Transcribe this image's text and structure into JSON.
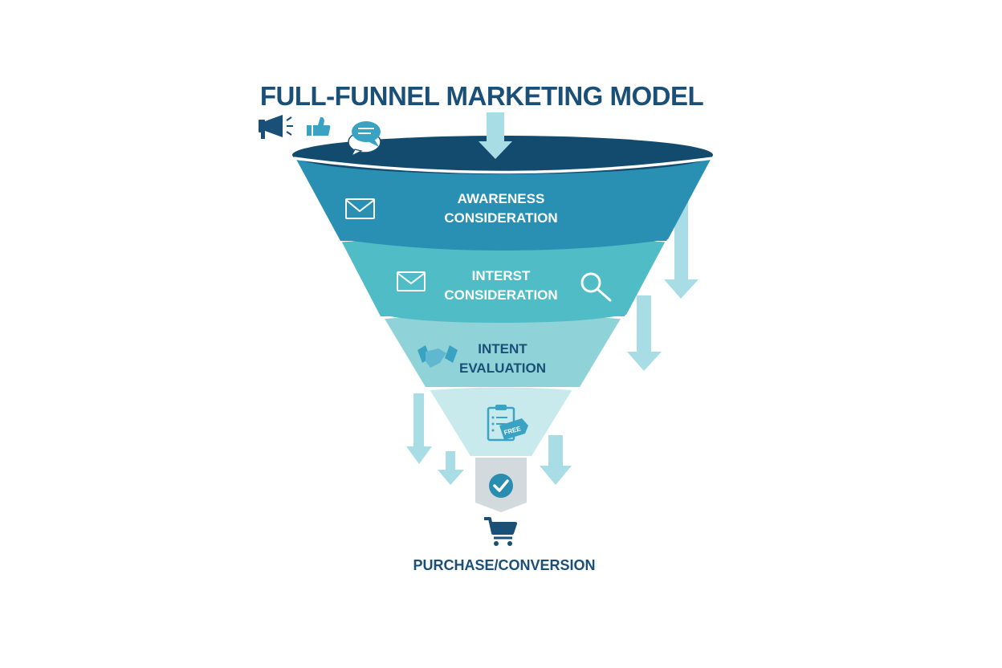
{
  "title": "FULL-FUNNEL MARKETING MODEL",
  "colors": {
    "title": "#1a4f78",
    "rim": "#134b6e",
    "stage1": "#2a90b3",
    "stage2": "#4fbcc6",
    "stage3": "#8fd3d8",
    "stage4": "#c8eaec",
    "spout": "#d3dadd",
    "arrow": "#a9dde6",
    "check": "#2a8db0"
  },
  "top_icons": [
    "megaphone-icon",
    "thumbs-up-icon",
    "chat-bubbles-icon"
  ],
  "stages": [
    {
      "line1": "AWARENESS",
      "line2": "CONSIDERATION",
      "icons": [
        "envelope-icon"
      ]
    },
    {
      "line1": "INTERST",
      "line2": "CONSIDERATION",
      "icons": [
        "envelope-icon",
        "magnifier-icon"
      ]
    },
    {
      "line1": "INTENT",
      "line2": "EVALUATION",
      "icons": [
        "handshake-icon"
      ]
    },
    {
      "line1": "",
      "line2": "",
      "icons": [
        "clipboard-tag-icon"
      ],
      "tag_text": "FREE"
    }
  ],
  "spout": {
    "icon": "checkmark-icon"
  },
  "outcome": {
    "icon": "shopping-cart-icon",
    "label": "PURCHASE/CONVERSION"
  }
}
